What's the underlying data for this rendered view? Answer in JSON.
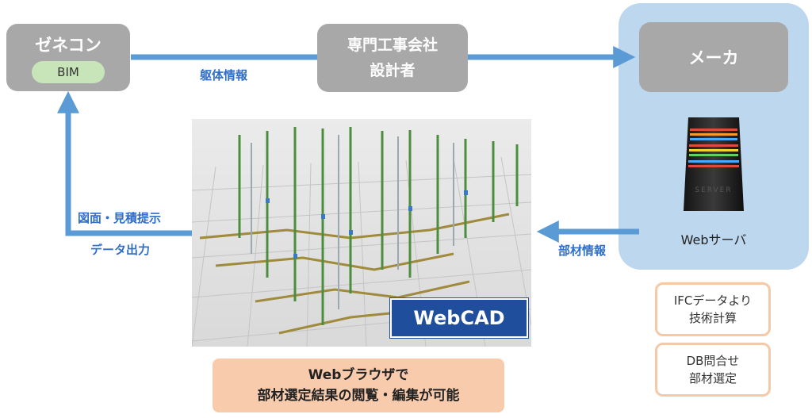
{
  "general_contractor": {
    "title": "ゼネコン",
    "badge": "BIM"
  },
  "subcontractor": {
    "line1": "専門工事会社",
    "line2": "設計者"
  },
  "maker": {
    "title": "メーカ",
    "server_label": "Webサーバ",
    "server_text": "SERVER"
  },
  "edges": {
    "body_info": "躯体情報",
    "drawing_line1": "図面・見積提示",
    "drawing_line2": "データ出力",
    "parts_info": "部材情報"
  },
  "webcad": {
    "label": "WebCAD"
  },
  "browser_note": {
    "line1": "Webブラウザで",
    "line2": "部材選定結果の閲覧・編集が可能"
  },
  "notes": [
    {
      "line1": "IFCデータより",
      "line2": "技術計算"
    },
    {
      "line1": "DB問合せ",
      "line2": "部材選定"
    }
  ],
  "colors": {
    "arrow": "#5b9bd5",
    "gray_box": "#a8a8a8",
    "maker_panel": "#bdd7ee",
    "webcad_badge": "#1f4e9c",
    "peach": "#f8cbad"
  }
}
